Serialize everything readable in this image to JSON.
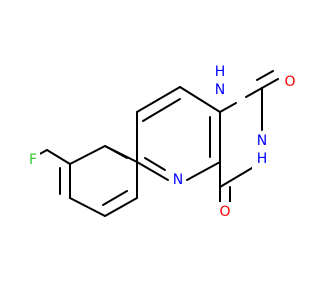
{
  "molecule": {
    "atoms": {
      "nh_top": {
        "label": "H",
        "sublabel": "N",
        "color": "#0000ff"
      },
      "o_right": {
        "label": "O",
        "color": "#ff0000"
      },
      "nh_mid": {
        "label": "N",
        "sublabel": "H",
        "color": "#0000ff"
      },
      "o_bottom": {
        "label": "O",
        "color": "#ff0000"
      },
      "n_ring": {
        "label": "N",
        "color": "#0000ff"
      },
      "f": {
        "label": "F",
        "color": "#33cc33"
      }
    }
  }
}
